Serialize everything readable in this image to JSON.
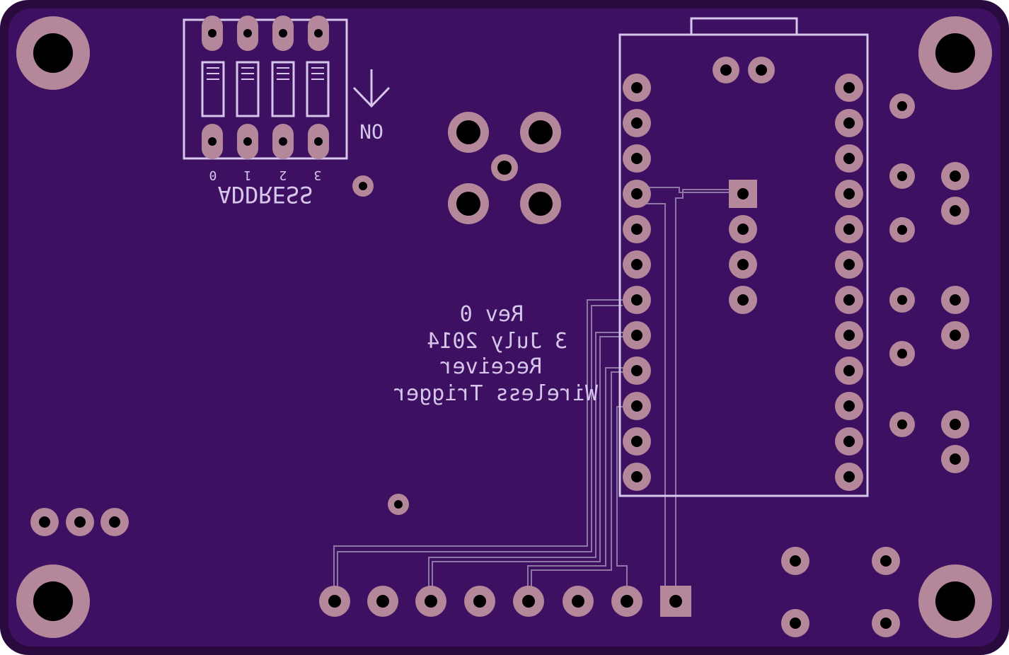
{
  "board": {
    "colors": {
      "outline": "#2a0a3e",
      "substrate": "#3e1061",
      "silkscreen": "#d6c6ec",
      "copper_pad": "#b4879a",
      "trace": "#9b8ab0",
      "drill": "#000000"
    }
  },
  "silkscreen": {
    "dip_on_label": "ON",
    "address_label": "ADDRESS",
    "address_bits": [
      "0",
      "1",
      "2",
      "3"
    ],
    "title_lines": [
      "Wireless Trigger",
      "Receiver",
      "3 July 2014",
      "Rev 0"
    ]
  }
}
